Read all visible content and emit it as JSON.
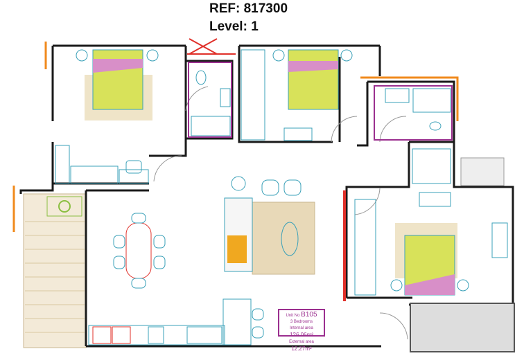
{
  "header": {
    "ref": "REF: 817300",
    "level": "Level: 1"
  },
  "unit_label": {
    "unit_prefix": "Unit No",
    "unit_no": "B105",
    "bedrooms": "3 Bedrooms",
    "internal_label": "Internal area",
    "internal_value": "126.06m²",
    "external_label": "External area",
    "external_value": "12.27m²"
  },
  "colors": {
    "wall": "#1a1a1a",
    "furniture": "#3aa0b8",
    "bed": "#d8e25a",
    "bedPink": "#d88fc8",
    "rug": "#e8d9b8",
    "orange": "#f08a1c",
    "purple": "#9b2f8f",
    "red": "#e0302a"
  }
}
